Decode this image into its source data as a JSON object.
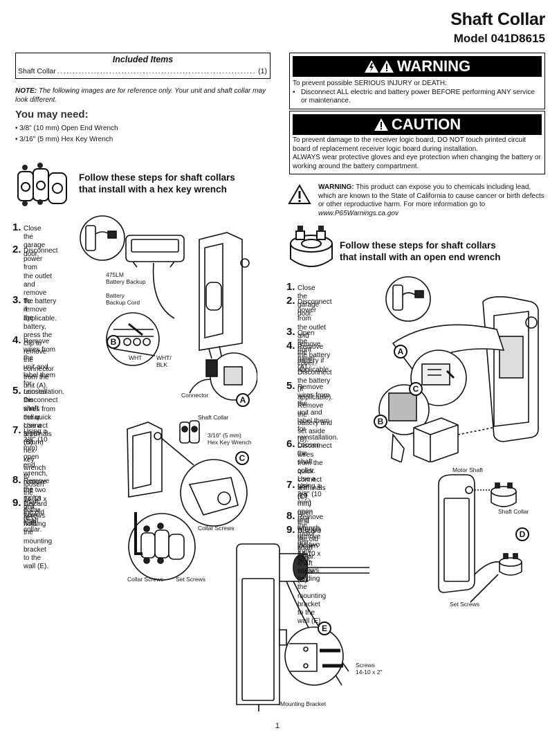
{
  "header": {
    "title": "Shaft Collar",
    "model": "Model 041D8615"
  },
  "included": {
    "title": "Included Items",
    "item": "Shaft Collar",
    "dots": "......................................................................",
    "qty": "(1)"
  },
  "note": {
    "label": "NOTE:",
    "text": " The following images are for reference only. Your unit and shaft collar may look different."
  },
  "need": {
    "title": "You may need:",
    "items": [
      "3/8\" (10 mm) Open End Wrench",
      "3/16\" (5 mm) Hex Key Wrench"
    ]
  },
  "hex": {
    "heading_1": "Follow these steps for shaft collars",
    "heading_2": "that install with a hex key wrench",
    "steps": [
      {
        "n": "1.",
        "lines": [
          "Close the",
          "garage door."
        ]
      },
      {
        "n": "2.",
        "lines": [
          "Disconnect",
          "power from",
          "the outlet and",
          "remove the battery",
          "if applicable."
        ]
      },
      {
        "n": "3.",
        "lines": [
          "To remove the battery,",
          "press the clip to remove",
          "the connector from the",
          "unit (A)."
        ]
      },
      {
        "n": "4.",
        "lines": [
          "Remove wires from the",
          "unit and label them for",
          "reinstallation. Disconnect",
          "wires from the quick",
          "connect terminals (B)."
        ]
      },
      {
        "n": "5.",
        "lines": [
          "Loosen the shaft collar.",
          "Use a 3/16\" (5mm) hex",
          "key wrench to loosen the",
          "shaft collar (C)."
        ]
      },
      {
        "n": "7.",
        "lines": [
          "Using a 3/8\" (10 mm) open",
          "end wrench, remove the two",
          "14-10 x 2\"  screws holding",
          "the mounting  bracket to the",
          "wall (E)."
        ]
      },
      {
        "n": "8.",
        "lines": [
          "Remove the motor unit",
          "from wall."
        ]
      },
      {
        "n": "9.",
        "lines": [
          "Discard the old shaft collar."
        ]
      }
    ],
    "labels": {
      "battery_backup": "475LM\nBattery Backup",
      "backup_cord": "Battery\nBackup Cord",
      "wht": "WHT",
      "wht_blk": "WHT/\nBLK",
      "connector": "Connector",
      "shaft_collar": "Shaft Collar",
      "hex_wrench": "3/16\" (5 mm)\nHex Key Wrench",
      "collar_screws_1": "Collar Screws",
      "collar_screws_2": "Collar Screws",
      "set_screws": "Set Screws",
      "mounting_bracket": "Mounting Bracket",
      "screws": "Screws\n14-10 x 2\""
    }
  },
  "warning": {
    "banner": "WARNING",
    "line1": "To prevent possible SERIOUS INJURY or DEATH:",
    "bullet": "Disconnect ALL electric and battery power BEFORE performing ANY service or maintenance."
  },
  "caution": {
    "banner": "CAUTION",
    "text1": "To prevent damage to the receiver logic board, DO NOT touch printed circuit board of replacement receiver logic board during installation.",
    "text2": "ALWAYS wear protective gloves and eye protection when changing the battery or working around the battery compartment."
  },
  "p65": {
    "label": "WARNING:",
    "text": " This product can expose you to chemicals including lead, which are known to the State of California to cause cancer or birth defects or other reproductive harm. For more information go to ",
    "url": "www.P65Warnings.ca.gov"
  },
  "open": {
    "heading_1": "Follow these steps for shaft collars",
    "heading_2": "that install with an open end wrench",
    "steps": [
      {
        "n": "1.",
        "lines": [
          "Close the garage door."
        ]
      },
      {
        "n": "2.",
        "lines": [
          "Disconnect power from",
          "the outlet and remove the",
          "battery if applicable."
        ]
      },
      {
        "n": "3.",
        "lines": [
          "Open the front panel (A)."
        ]
      },
      {
        "n": "4.",
        "lines": [
          "Remove the battery cover.",
          "Disconnect the battery (if",
          "applicable). Remove the",
          "battery and set aside (B)."
        ]
      },
      {
        "n": "5.",
        "lines": [
          "Remove wires from the",
          "unit and label them for",
          "reinstallation.",
          "Disconnect wires",
          "from the quick",
          "connect terminals (C)."
        ]
      },
      {
        "n": "6.",
        "lines": [
          "Loosen the shaft collar.",
          "Use a 3/8\" (10 mm) open",
          "end wrench to loosen the",
          "shaft collar (D)."
        ]
      },
      {
        "n": "7.",
        "lines": [
          "Using a 3/8\" (10 mm) open end wrench,",
          "remove the two 14-10 x 2\"  screws holding",
          "the mounting  bracket to the wall (E)."
        ]
      },
      {
        "n": "8.",
        "lines": [
          "Remove the motor unit from wall."
        ]
      },
      {
        "n": "9.",
        "lines": [
          "Discard the old shaft collar."
        ]
      }
    ],
    "labels": {
      "motor_shaft": "Motor Shaft",
      "shaft_collar": "Shaft Collar",
      "set_screws": "Set Screws"
    }
  },
  "callouts": {
    "a": "A",
    "b": "B",
    "c": "C",
    "d": "D",
    "e": "E"
  },
  "page_number": "1"
}
